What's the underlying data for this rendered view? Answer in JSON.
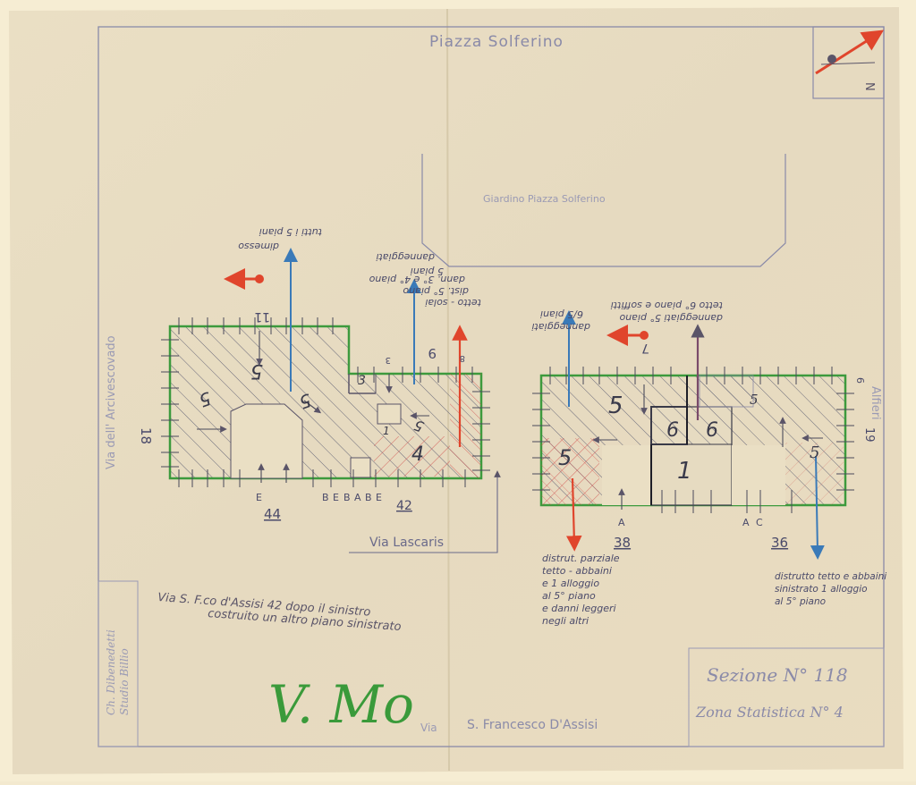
{
  "streets": {
    "north": "Piazza   Solferino",
    "garden": "Giardino    Piazza    Solferino",
    "west": "Via   dell' Arcivescovado",
    "east": "Alfieri",
    "south_prefix": "Via",
    "south": "S. Francesco D'Assisi",
    "lascaris": "Via  Lascaris"
  },
  "section": {
    "title": "Sezione  N° 118",
    "zone": "Zona Statistica N° 4"
  },
  "numbers": {
    "n44": "44",
    "n42": "42",
    "n38": "38",
    "n36": "36",
    "n18": "18",
    "n19": "19",
    "n6": "6",
    "n11": "11",
    "n7": "7",
    "n9": "9",
    "n8": "8",
    "n3": "3",
    "lot_labels": [
      "E",
      "B",
      "E",
      "B",
      "A",
      "B",
      "E",
      "A",
      "A",
      "C"
    ]
  },
  "cell_numbers": [
    "5",
    "5",
    "5",
    "5",
    "6",
    "6",
    "1",
    "5",
    "5",
    "4",
    "1",
    "3"
  ],
  "annotations": {
    "n11_upper": "tutti i 5 piani",
    "n11_lower": "dimesso",
    "n9_top": "5 piani",
    "n9_mid": "danneggiati",
    "n9_a": "tetto - solai",
    "n9_b": "dist. 5° piano",
    "n9_c": "dann. 3° e 4° piano",
    "n38a": "6/5 piani",
    "n38b": "danneggiati",
    "n7a": "tetto 6° piano e soffitti",
    "n7b": "danneggiati 5° piano",
    "n38_note": [
      "distrut. parziale",
      "tetto - abbaini",
      "e 1 alloggio",
      "al 5° piano",
      "e danni leggeri",
      "negli altri"
    ],
    "n36_note": [
      "distrutto tetto e abbaini",
      "sinistrato 1 alloggio",
      "al 5° piano"
    ],
    "via_note": "Via S. F.co d'Assisi 42  dopo il sinistro",
    "via_note2": "costruito un altro piano sinistrato",
    "stamp": [
      "Ch. Dibenedetti",
      "Studio Billio"
    ],
    "signature": "V. Mo"
  },
  "compass_letter": "N",
  "colors": {
    "paper": "#f3e9cf",
    "frame": "#8a8aa8",
    "block_outline": "#3d9a3d",
    "hatch": "#6a6a7a",
    "red": "#e0452c",
    "blue": "#3a7ab8",
    "pencil": "#5a5468",
    "signature": "#3a9a3a"
  }
}
